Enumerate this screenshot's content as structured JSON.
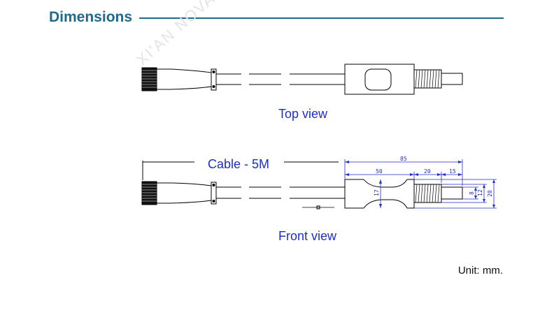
{
  "header": {
    "title": "Dimensions"
  },
  "watermark": "XI'AN NOVASTAR",
  "views": {
    "top_label": "Top view",
    "front_label": "Front view",
    "cable_label": "Cable - 5M"
  },
  "dimensions": {
    "total": "85",
    "body": "50",
    "thread": "20",
    "tip": "15",
    "body_height": "17",
    "d8": "8",
    "d12": "12",
    "d20": "20"
  },
  "unit_note": "Unit: mm."
}
